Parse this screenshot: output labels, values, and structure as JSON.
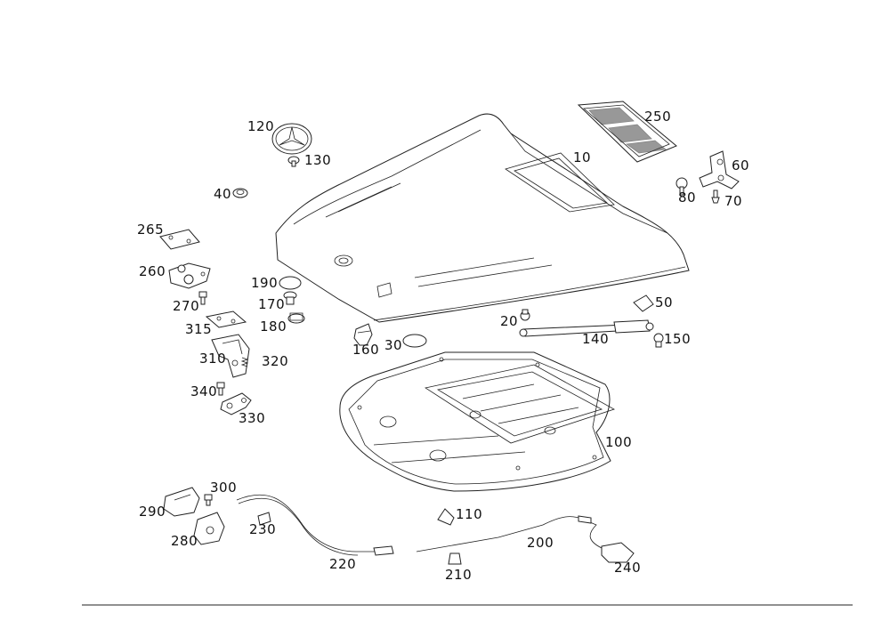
{
  "diagram": {
    "part_labels": {
      "p10": "10",
      "p20": "20",
      "p30": "30",
      "p40": "40",
      "p50": "50",
      "p60": "60",
      "p70": "70",
      "p80": "80",
      "p100": "100",
      "p110": "110",
      "p120": "120",
      "p130": "130",
      "p140": "140",
      "p150": "150",
      "p160": "160",
      "p170": "170",
      "p180": "180",
      "p190": "190",
      "p200": "200",
      "p210": "210",
      "p220": "220",
      "p230": "230",
      "p240": "240",
      "p250": "250",
      "p260": "260",
      "p265": "265",
      "p270": "270",
      "p280": "280",
      "p290": "290",
      "p300": "300",
      "p310": "310",
      "p315": "315",
      "p320": "320",
      "p330": "330",
      "p340": "340"
    }
  }
}
